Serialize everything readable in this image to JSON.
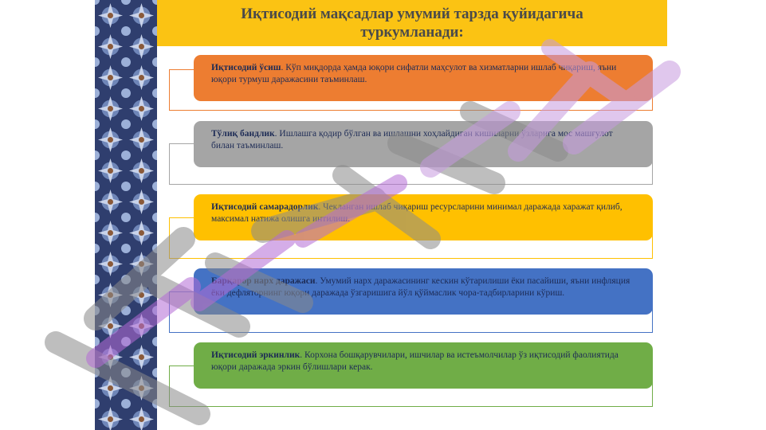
{
  "title": "Иқтисодий мақсадлар умумий тарзда қуйидагича туркумланади:",
  "colors": {
    "title_bg": "#fbc313",
    "orange": "#ed7d31",
    "gray": "#a5a5a5",
    "yellow": "#ffc000",
    "blue": "#4472c4",
    "green": "#70ad47"
  },
  "items": [
    {
      "term": "Иқтисодий ўсиш",
      "text": ". Кўп миқдорда ҳамда юқори сифатли маҳсулот ва хизматларни ишлаб чиқариш, яъни юқори турмуш даражасини таъминлаш."
    },
    {
      "term": "Тўлиқ бандлик",
      "text": ". Ишлашга қодир бўлган ва ишлашни хоҳлайдиган кишиларни ўзларига мос машғулот билан таъминлаш."
    },
    {
      "term": "Иқтисодий самарадорлик",
      "text": ". Чекланган ишлаб чиқариш ресурсларини минимал даражада харажат қилиб, максимал натижа олишга интилиш."
    },
    {
      "term": "Барқарор нарх даражаси",
      "text": ". Умумий нарх даражасининг кескин кўтарилиши ёки пасайиши, яъни инфляция ёки дефляторнинг юқори даражада ўзгаришига йўл қўймаслик чора-тадбирларини кўриш."
    },
    {
      "term": "Иқтисодий эркинлик",
      "text": ". Корхона бошқарувчилари, ишчилар ва истеъмолчилар ўз иқтисодий фаолиятида юқори даражада эркин бўлишлари керак."
    }
  ]
}
